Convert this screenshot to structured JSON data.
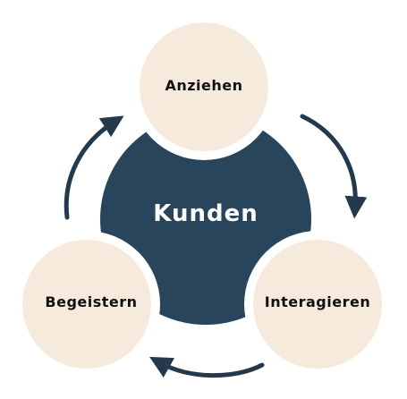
{
  "diagram": {
    "center": {
      "label": "Kunden"
    },
    "nodes": [
      {
        "label": "Anziehen"
      },
      {
        "label": "Interagieren"
      },
      {
        "label": "Begeistern"
      }
    ]
  },
  "colors": {
    "center_fill": "#28455c",
    "node_fill": "#f5eadb",
    "arrow": "#24394c",
    "center_text": "#ffffff",
    "node_text": "#111111"
  }
}
